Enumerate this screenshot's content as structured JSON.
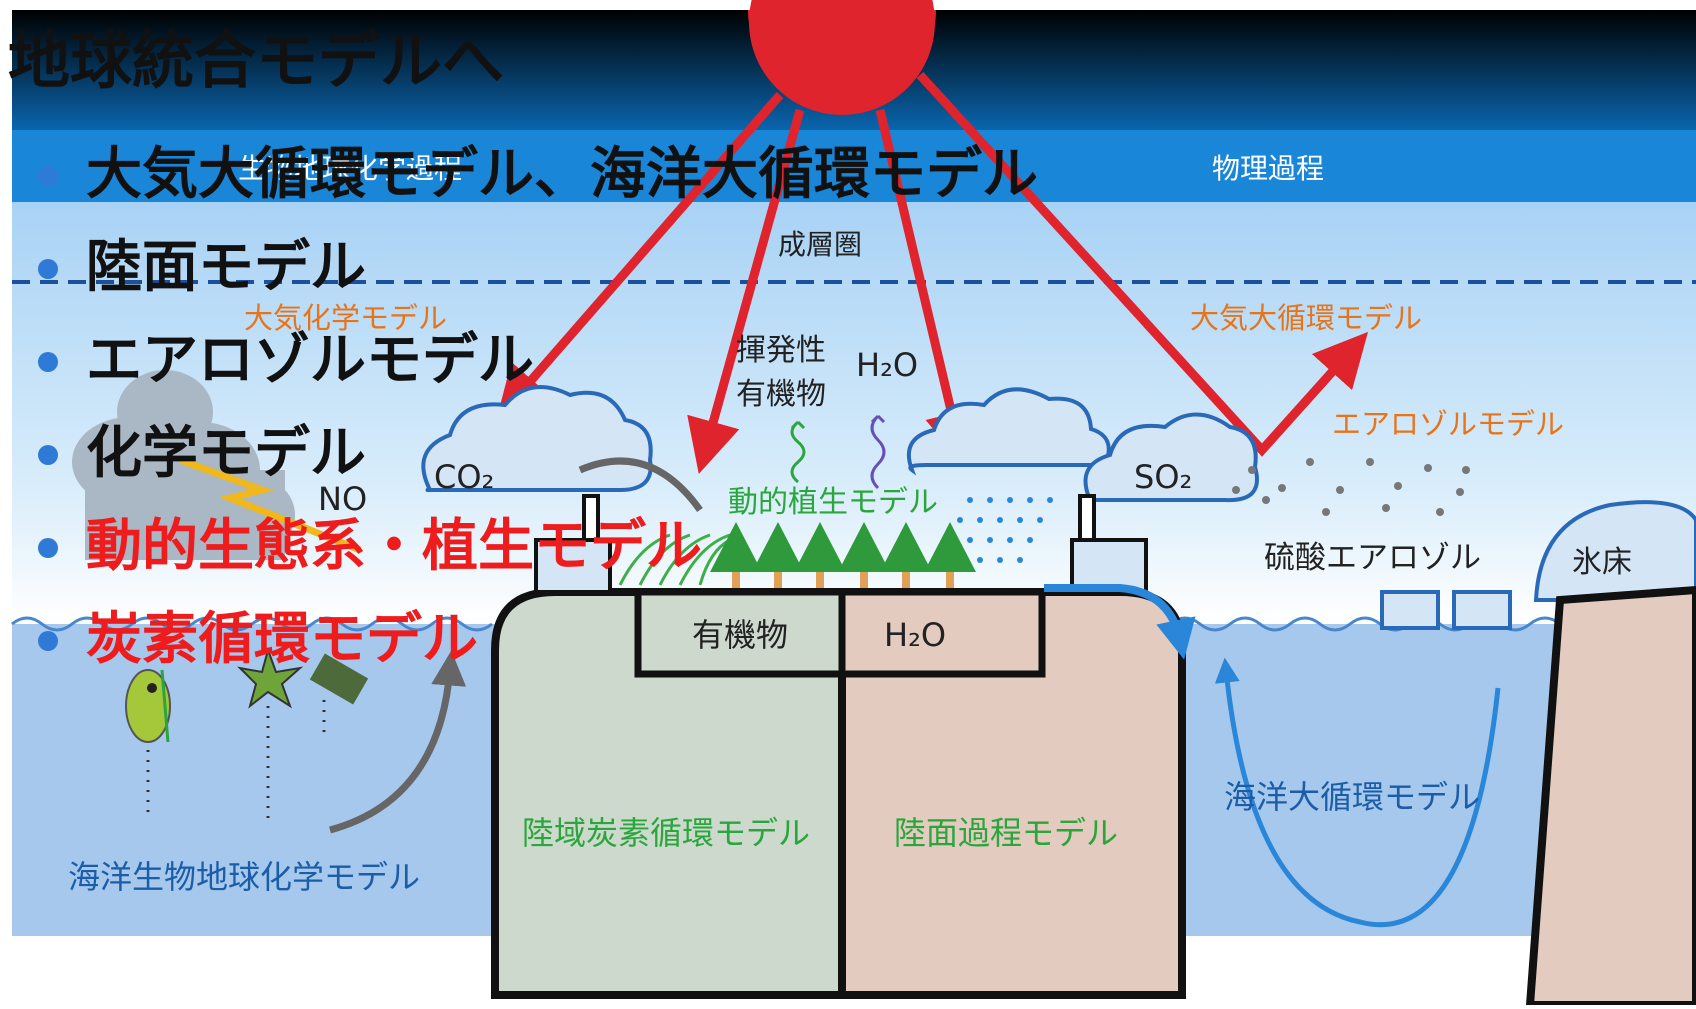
{
  "slide": {
    "title": "地球統合モデルへ",
    "bullets": [
      {
        "text": "大気大循環モデル、海洋大循環モデル",
        "color": "#111111"
      },
      {
        "text": "陸面モデル",
        "color": "#111111"
      },
      {
        "text": "エアロゾルモデル",
        "color": "#111111"
      },
      {
        "text": "化学モデル",
        "color": "#111111"
      },
      {
        "text": "動的生態系・植生モデル",
        "color": "#ee1c1c"
      },
      {
        "text": "炭素循環モデル",
        "color": "#ee1c1c"
      }
    ]
  },
  "diagram": {
    "header_left": "生物地球化学過程",
    "header_right": "物理過程",
    "stratosphere": "成層圏",
    "atmos_chem_model": "大気化学モデル",
    "agcm": "大気大循環モデル",
    "aerosol_model": "エアロゾルモデル",
    "volatile_organics": "揮発性\n有機物",
    "h2o_top": "H₂O",
    "co2": "CO₂",
    "no": "NO",
    "so2": "SO₂",
    "dynamic_vegetation": "動的植生モデル",
    "sulfate_aerosol": "硫酸エアロゾル",
    "ice_sheet": "氷床",
    "organics_box": "有機物",
    "h2o_box": "H₂O",
    "land_carbon": "陸域炭素循環モデル",
    "land_surface": "陸面過程モデル",
    "ocean_bio": "海洋生物地球化学モデル",
    "ogcm": "海洋大循環モデル",
    "colors": {
      "sky_dark": "#000000",
      "header_band": "#1a86d8",
      "sky_light": "#b3d7f5",
      "ocean": "#a6c8ec",
      "sun": "#e0242e",
      "land_green": "#ccd9cc",
      "land_brown": "#e3cbbf",
      "orange_label": "#e8741a",
      "green_label": "#2aa63c",
      "blue_label": "#1c5da8"
    }
  }
}
